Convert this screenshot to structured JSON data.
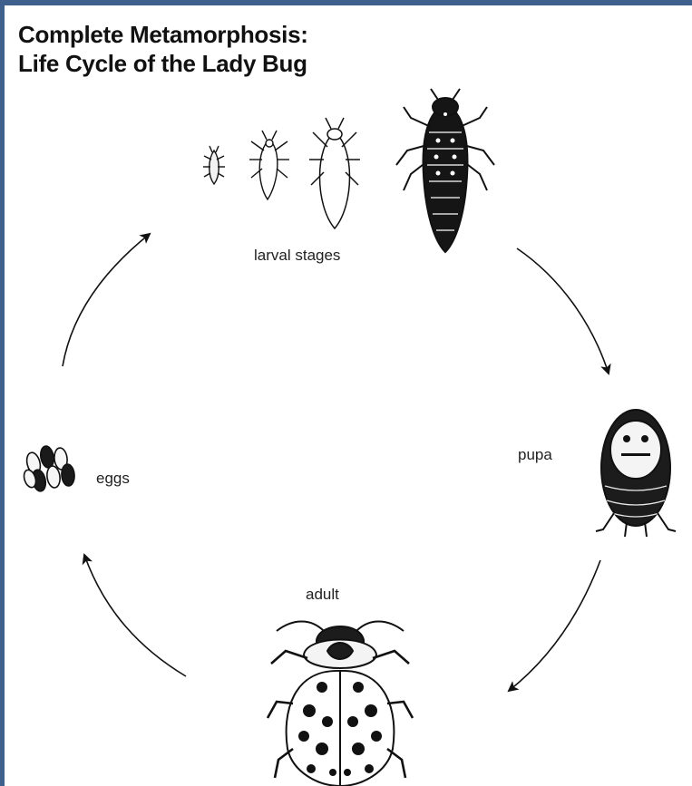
{
  "title": {
    "line1": "Complete Metamorphosis:",
    "line2": "Life Cycle of the Lady Bug"
  },
  "stages": {
    "larval": "larval stages",
    "pupa": "pupa",
    "adult": "adult",
    "eggs": "eggs"
  },
  "colors": {
    "background": "#3f5f8c",
    "panel": "#ffffff",
    "ink": "#111111"
  }
}
